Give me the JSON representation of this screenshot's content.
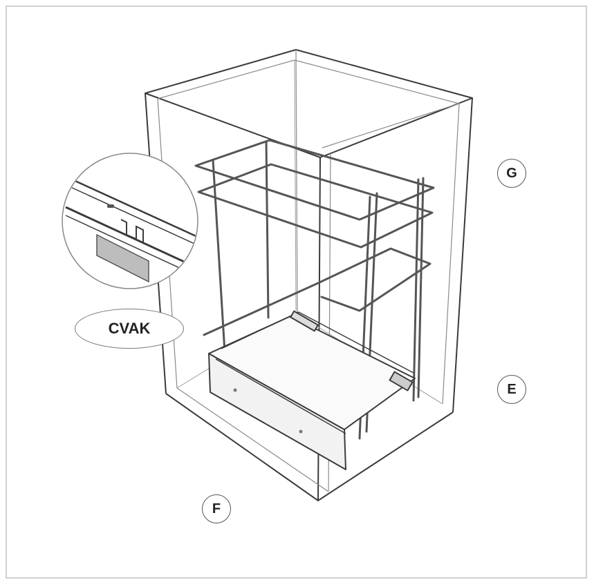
{
  "callouts": {
    "g": "G",
    "e": "E",
    "f": "F"
  },
  "product_code": "CVAK",
  "colors": {
    "line": "#3a3a3a",
    "wire": "#555555",
    "frame": "#cfcfcf"
  }
}
